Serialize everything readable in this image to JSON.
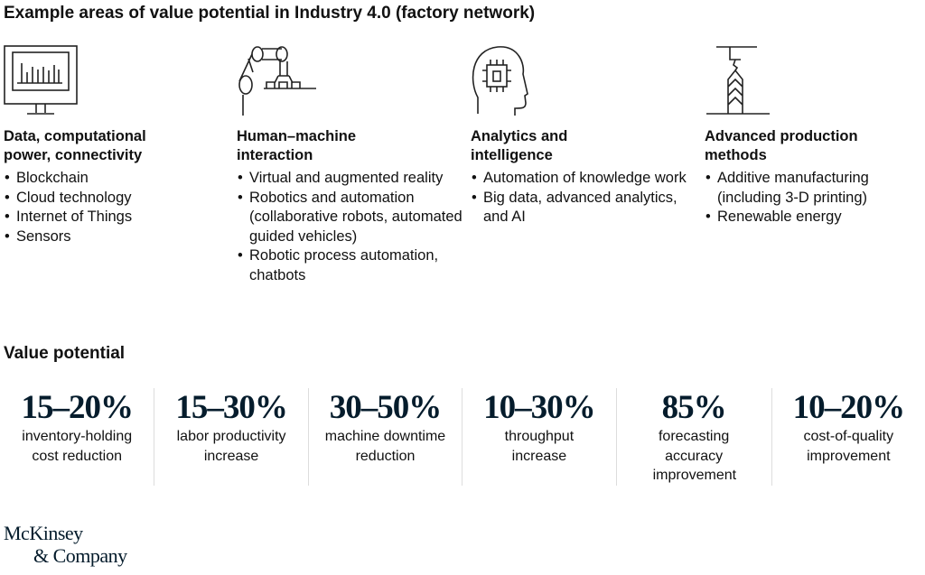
{
  "title": "Example areas of value potential in Industry 4.0 (factory network)",
  "categories": [
    {
      "title_lines": [
        "Data, computational",
        "power, connectivity"
      ],
      "icon": "monitor-chart-icon",
      "items": [
        "Blockchain",
        "Cloud technology",
        "Internet of Things",
        "Sensors"
      ]
    },
    {
      "title_lines": [
        "Human–machine",
        "interaction"
      ],
      "icon": "robot-arm-icon",
      "items": [
        "Virtual and augmented reality",
        "Robotics and automation (collaborative robots, automated guided vehicles)",
        "Robotic process automation, chatbots"
      ]
    },
    {
      "title_lines": [
        "Analytics and",
        "intelligence"
      ],
      "icon": "head-chip-icon",
      "items": [
        "Automation of knowledge work",
        "Big data, advanced analytics, and AI"
      ]
    },
    {
      "title_lines": [
        "Advanced production",
        "methods"
      ],
      "icon": "3d-printer-icon",
      "items": [
        "Additive manufacturing (including 3-D printing)",
        "Renewable energy"
      ]
    }
  ],
  "value_potential_heading": "Value potential",
  "stats": [
    {
      "value": "15–20%",
      "label": "inventory-holding cost reduction"
    },
    {
      "value": "15–30%",
      "label": "labor productivity increase"
    },
    {
      "value": "30–50%",
      "label": "machine downtime reduction"
    },
    {
      "value": "10–30%",
      "label": "throughput increase"
    },
    {
      "value": "85%",
      "label": "forecasting accuracy improvement"
    },
    {
      "value": "10–20%",
      "label": "cost-of-quality improvement"
    }
  ],
  "logo": {
    "line1": "McKinsey",
    "line2": "& Company"
  }
}
